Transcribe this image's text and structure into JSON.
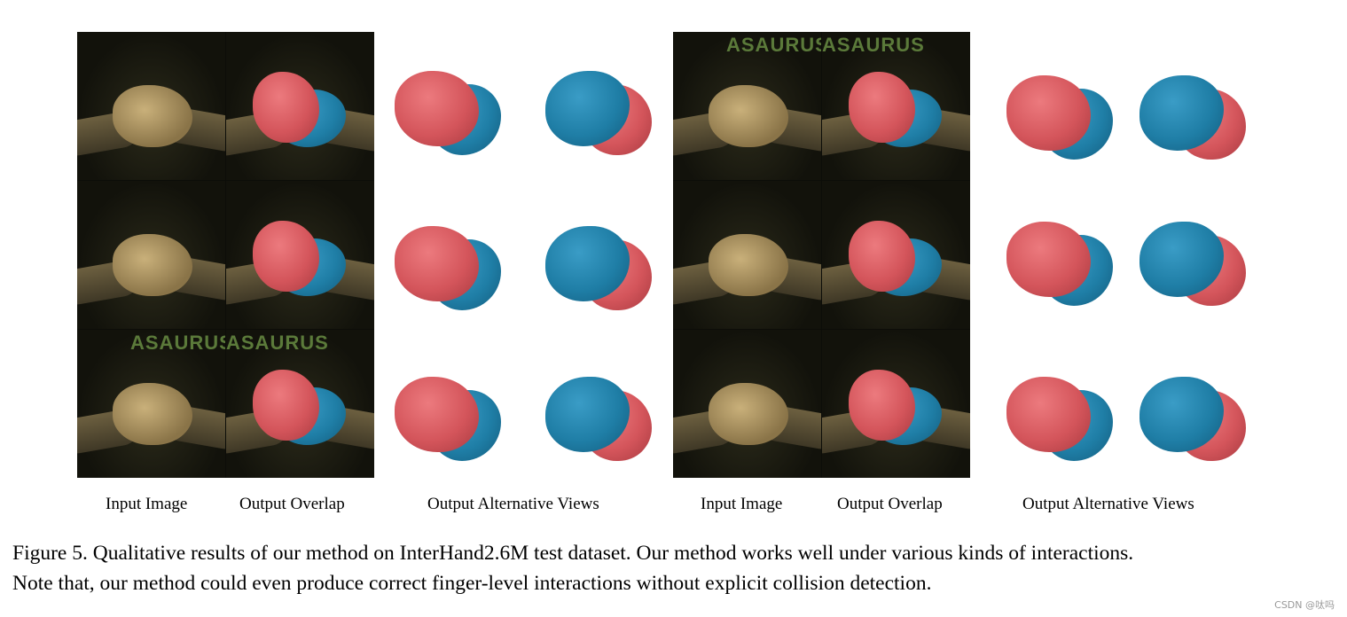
{
  "figure": {
    "labels_left": {
      "input": "Input Image",
      "overlap": "Output Overlap",
      "alt": "Output Alternative Views"
    },
    "labels_right": {
      "input": "Input Image",
      "overlap": "Output Overlap",
      "alt": "Output Alternative Views"
    },
    "shirt_text_left": "ASAURUS",
    "shirt_text_right": "ASAURUS",
    "colors": {
      "left_hand_mesh": "#d4555b",
      "right_hand_mesh": "#1f7ea6",
      "background": "#0c0d08"
    }
  },
  "caption": {
    "line1": "Figure 5.  Qualitative results of our method on InterHand2.6M test dataset.  Our method works well under various kinds of interactions.",
    "line2": "Note that, our method could even produce correct finger-level interactions without explicit collision detection."
  },
  "watermark": "CSDN @呔吗"
}
